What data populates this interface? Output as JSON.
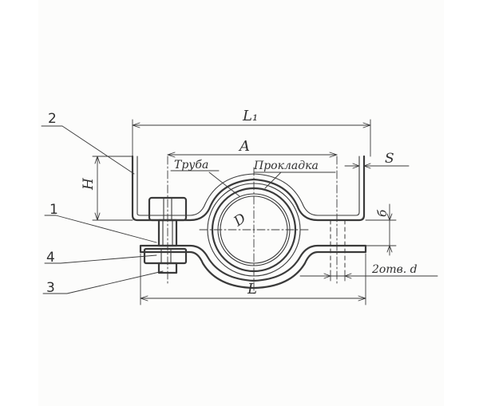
{
  "drawing": {
    "callouts": {
      "part_2": "2",
      "part_1": "1",
      "part_4": "4",
      "part_3": "3"
    },
    "dimensions": {
      "overall_length": "L₁",
      "center_distance": "A",
      "base_length": "L",
      "height": "H",
      "thickness_s": "S",
      "gap_b": "б",
      "diameter": "D",
      "holes": "2отв. d"
    },
    "labels": {
      "pipe": "Труба",
      "gasket": "Прокладка"
    },
    "colors": {
      "ink": "#3a3a3a",
      "paper": "#fcfcfb"
    }
  }
}
